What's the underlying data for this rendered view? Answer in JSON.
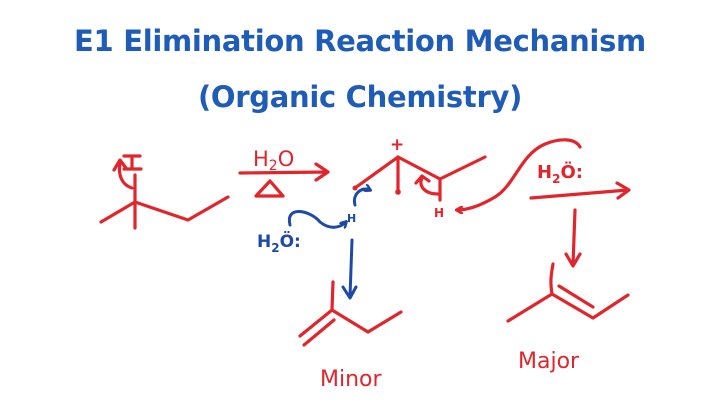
{
  "title": {
    "line1": "E1 Elimination Reaction Mechanism",
    "line2": "(Organic Chemistry)"
  },
  "reagents": {
    "water": "H",
    "water_sub": "2",
    "water_o": "O",
    "water_lp": "Ö:",
    "heat_symbol": "Δ",
    "leaving_group": "I",
    "hydrogen": "H",
    "charge": "+"
  },
  "labels": {
    "minor": "Minor",
    "major": "Major"
  },
  "colors": {
    "title": "#1f5cb8",
    "red_ink": "#e2252b",
    "blue_ink": "#1d49a8"
  }
}
